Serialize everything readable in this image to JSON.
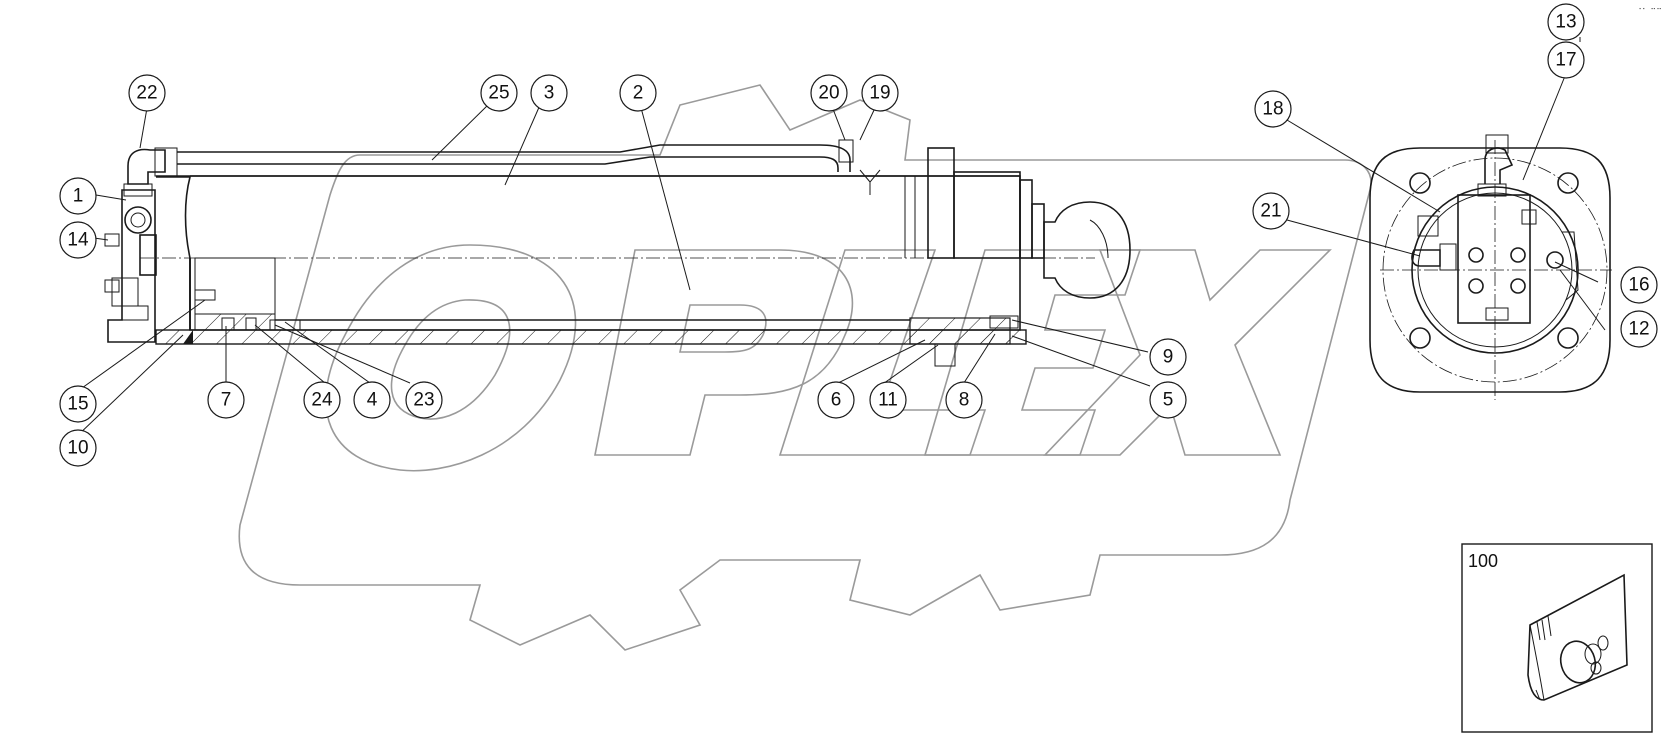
{
  "watermark": {
    "text": "OPEX",
    "color": "#9a9a9a"
  },
  "callouts": [
    "1",
    "2",
    "3",
    "4",
    "5",
    "6",
    "7",
    "8",
    "9",
    "10",
    "11",
    "12",
    "13",
    "14",
    "15",
    "16",
    "17",
    "18",
    "19",
    "20",
    "21",
    "22",
    "23",
    "24",
    "25"
  ],
  "kit_box": {
    "label": "100",
    "icon": "seal-kit-bag-icon"
  },
  "corner_mark": "⠐⠂ ⠒⠒",
  "colors": {
    "line": "#1a1a1a",
    "background": "#ffffff",
    "watermark": "#9a9a9a"
  }
}
